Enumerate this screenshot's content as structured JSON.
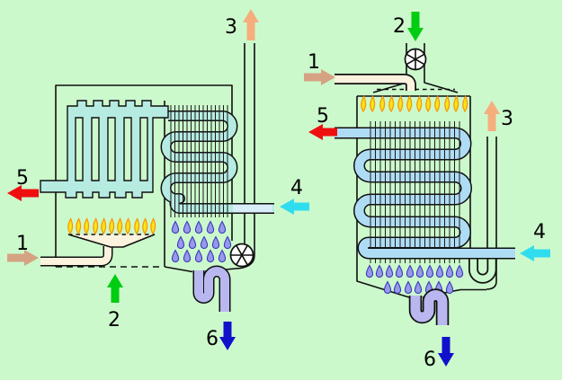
{
  "page": {
    "background": "#CCF9CC"
  },
  "colors": {
    "outline": "#101010",
    "water_turquoise": "#B6EBE2",
    "water_blue": "#AFDCF5",
    "water_pale": "#D9EEF9",
    "gas_cream": "#FBF3DE",
    "flame_yellow": "#FFE414",
    "flame_orange": "#F49A0C",
    "condensate_drop": "#9898EC",
    "drop_stroke": "#3A3AB8",
    "condensate_pipe": "#B9B7F0",
    "arrow_gas": "#D5A383",
    "arrow_air": "#00CC11",
    "arrow_flue": "#F6AE7D",
    "arrow_return": "#30DDEE",
    "arrow_flow": "#EE0F0F",
    "arrow_condensate": "#1111CC"
  },
  "left_boiler": {
    "labels": {
      "gas": "1",
      "air": "2",
      "flue": "3",
      "return": "4",
      "flow": "5",
      "condensate": "6"
    }
  },
  "right_boiler": {
    "labels": {
      "gas": "1",
      "air": "2",
      "flue": "3",
      "return": "4",
      "flow": "5",
      "condensate": "6"
    }
  }
}
